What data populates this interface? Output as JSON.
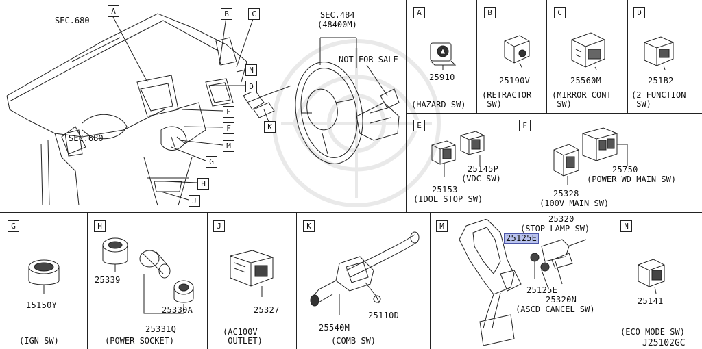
{
  "overview": {
    "sec_labels": [
      {
        "id": "sec680",
        "text": "SEC.680"
      },
      {
        "id": "sec484",
        "text": "SEC.484"
      },
      {
        "id": "sec484_code",
        "text": "(48400M)"
      }
    ],
    "not_for_sale": "NOT FOR SALE",
    "callouts": [
      "A",
      "B",
      "C",
      "N",
      "D",
      "E",
      "F",
      "K",
      "M",
      "G",
      "H",
      "J"
    ]
  },
  "panels": {
    "A": {
      "letter": "A",
      "part": "25910",
      "caption": "(HAZARD SW)"
    },
    "B": {
      "letter": "B",
      "part": "25190V",
      "caption": "(RETRACTOR\n SW)"
    },
    "C": {
      "letter": "C",
      "part": "25560M",
      "caption": "(MIRROR CONT\n SW)"
    },
    "D": {
      "letter": "D",
      "part": "251B2",
      "caption": "(2 FUNCTION\n SW)"
    },
    "E": {
      "letter": "E",
      "parts": [
        "25145P",
        "25153"
      ],
      "part_note": "(VDC SW)",
      "caption": "(IDOL STOP SW)"
    },
    "F": {
      "letter": "F",
      "parts": [
        "25750",
        "25328"
      ],
      "part_note": "(POWER WD MAIN SW)",
      "caption": "(100V MAIN SW)"
    },
    "G": {
      "letter": "G",
      "part": "15150Y",
      "caption": "(IGN SW)"
    },
    "H": {
      "letter": "H",
      "parts": [
        "25339",
        "25330A",
        "25331Q"
      ],
      "caption": "(POWER SOCKET)"
    },
    "J": {
      "letter": "J",
      "part": "25327",
      "caption": "(AC100V\n OUTLET)"
    },
    "K": {
      "letter": "K",
      "parts": [
        "25540M",
        "25110D"
      ],
      "caption": "(COMB SW)"
    },
    "M": {
      "letter": "M",
      "parts": [
        "25320",
        "25125E",
        "25125E",
        "25320N"
      ],
      "notes": [
        "(STOP LAMP SW)",
        "(ASCD CANCEL SW)"
      ]
    },
    "N": {
      "letter": "N",
      "part": "25141",
      "caption": "(ECO MODE SW)"
    }
  },
  "highlight_part": "25125E",
  "highlight_color": "#b8c2ee",
  "diagram_code": "J25102GC"
}
